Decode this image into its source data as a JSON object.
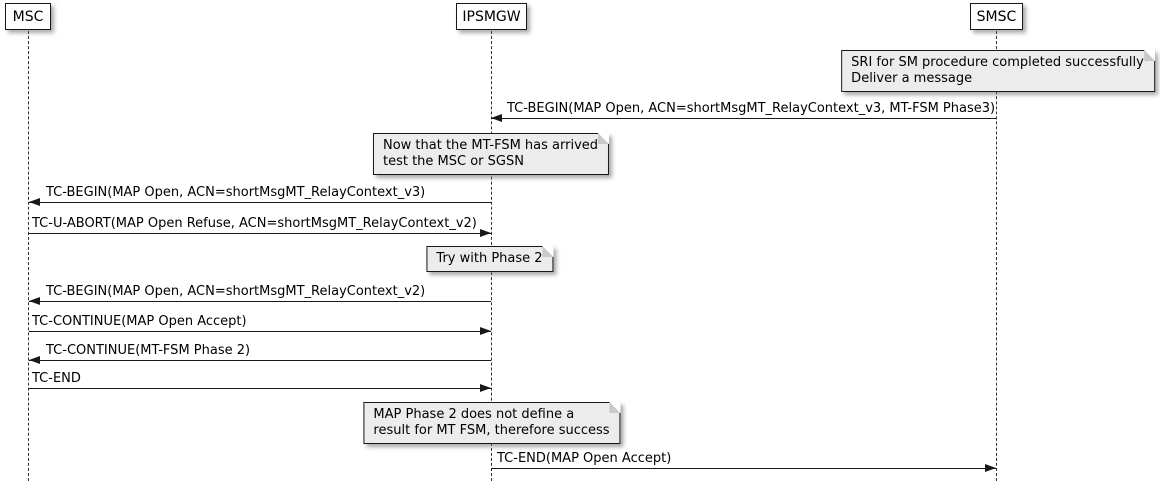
{
  "diagram": {
    "type": "sequence-diagram",
    "colors": {
      "background": "#FFFFFF",
      "participant_fill": "#FEFEFE",
      "note_fill": "#ECECEC",
      "border": "#181818",
      "text": "#000000"
    },
    "participants": [
      {
        "name": "MSC"
      },
      {
        "name": "IPSMGW"
      },
      {
        "name": "SMSC"
      }
    ],
    "notes": [
      {
        "over": "SMSC",
        "lines": [
          "SRI for SM procedure completed successfully",
          "Deliver a message"
        ]
      },
      {
        "over": "IPSMGW",
        "lines": [
          "Now that the MT-FSM has arrived",
          "test the MSC or SGSN"
        ]
      },
      {
        "over": "IPSMGW",
        "lines": [
          "Try with Phase 2"
        ]
      },
      {
        "over": "IPSMGW",
        "lines": [
          "MAP Phase 2 does not define a",
          "result for MT FSM, therefore success"
        ]
      }
    ],
    "messages": [
      {
        "from": "SMSC",
        "to": "IPSMGW",
        "label": "TC-BEGIN(MAP Open, ACN=shortMsgMT_RelayContext_v3, MT-FSM Phase3)"
      },
      {
        "from": "IPSMGW",
        "to": "MSC",
        "label": "TC-BEGIN(MAP Open, ACN=shortMsgMT_RelayContext_v3)"
      },
      {
        "from": "MSC",
        "to": "IPSMGW",
        "label": "TC-U-ABORT(MAP Open Refuse, ACN=shortMsgMT_RelayContext_v2)"
      },
      {
        "from": "IPSMGW",
        "to": "MSC",
        "label": "TC-BEGIN(MAP Open, ACN=shortMsgMT_RelayContext_v2)"
      },
      {
        "from": "MSC",
        "to": "IPSMGW",
        "label": "TC-CONTINUE(MAP Open Accept)"
      },
      {
        "from": "IPSMGW",
        "to": "MSC",
        "label": "TC-CONTINUE(MT-FSM Phase 2)"
      },
      {
        "from": "MSC",
        "to": "IPSMGW",
        "label": "TC-END"
      },
      {
        "from": "IPSMGW",
        "to": "SMSC",
        "label": "TC-END(MAP Open Accept)"
      }
    ]
  }
}
